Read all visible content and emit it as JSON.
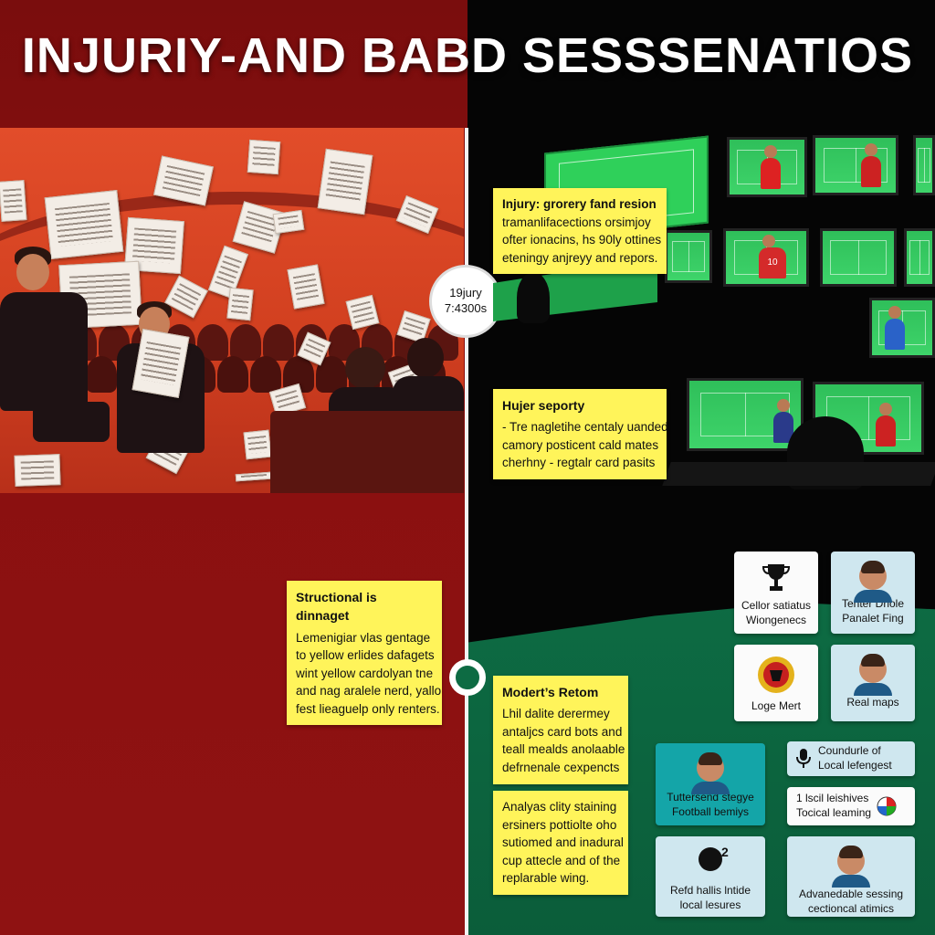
{
  "header": {
    "title": "INJURIY-AND BABD SESSSENATIOS"
  },
  "timeline": {
    "top_node_line1": "19jury",
    "top_node_line2": "7:4300s"
  },
  "notes": {
    "injury": {
      "lines": [
        "Injury: grorery fand resion",
        "tramanlifacections orsimjoy",
        "ofter ionacins, hs 90ly ottines",
        "eteningy anjreyy and repors."
      ]
    },
    "hujer": {
      "title": "Hujer seporty",
      "lines": [
        "- Tre nagletihe centaly uanded",
        "camory posticent cald mates",
        "cherhny - regtalr card pasits"
      ]
    },
    "structional": {
      "title": "Structional is dinnaget",
      "lines": [
        "Lemenigiar vlas gentage",
        "to yellow erlides dafagets",
        "wint yellow cardolyan tne",
        "and nag aralele nerd, yallo",
        "fest lieaguelp only renters."
      ]
    },
    "modert": {
      "title": "Modert’s Retom",
      "lines": [
        "Lhil dalite derermey",
        "antaljcs card bots and",
        "teall mealds anolaable",
        "defrnenale cexpencts"
      ]
    },
    "analyas": {
      "lines": [
        "Analyas clity staining",
        "ersiners pottiolte oho",
        "sutiomed and inadural",
        "cup attecle and of the",
        "replarable wing."
      ]
    }
  },
  "cards": {
    "trophy": {
      "icon": "trophy-icon",
      "lines": [
        "Cellor satiatus",
        "Wiongenecs"
      ]
    },
    "tenter": {
      "icon": "person-avatar-icon",
      "lines": [
        "Tenter Drlole",
        "Panalet Fing"
      ]
    },
    "logo": {
      "icon": "club-crest-icon",
      "lines": [
        "Loge Mert"
      ]
    },
    "real": {
      "icon": "person-avatar-icon",
      "lines": [
        "Real maps"
      ]
    },
    "tuttersend": {
      "icon": "person-avatar-icon",
      "lines": [
        "Tuttersend stegye",
        "Football bemiys"
      ]
    },
    "coundurle": {
      "icon": "microphone-icon",
      "lines": [
        "Coundurle of",
        "Local lefengest"
      ]
    },
    "lscil": {
      "icon": "ball-icon",
      "lines": [
        "1 lscil leishives",
        "Tocical leaming"
      ]
    },
    "refd": {
      "icon": "silhouette-icon",
      "badge": "2",
      "lines": [
        "Refd hallis lntide",
        "local lesures"
      ]
    },
    "advanedable": {
      "icon": "person-avatar-icon",
      "lines": [
        "Advanedable sessing",
        "cectioncal atimics"
      ]
    }
  },
  "monitors": {
    "shirt_number": "10"
  },
  "colors": {
    "left_red": "#8a1010",
    "scene_orange": "#e24d2a",
    "note_yellow": "#fff45a",
    "pitch_green": "#3ed46a",
    "bottom_green": "#0d6b43",
    "card_blue": "#cfe7ef"
  }
}
